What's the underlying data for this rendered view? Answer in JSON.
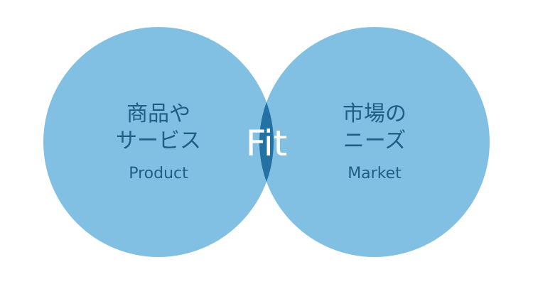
{
  "diagram": {
    "type": "venn",
    "colors": {
      "circle_fill": "#82c0e3",
      "overlap_fill": "#2372a3",
      "label_text": "#1f5f86",
      "center_text": "#ffffff"
    },
    "left": {
      "lines": [
        "商品や",
        "サービス"
      ],
      "sublabel": "Product"
    },
    "right": {
      "lines": [
        "市場の",
        "ニーズ"
      ],
      "sublabel": "Market"
    },
    "center": {
      "label": "Fit"
    }
  }
}
